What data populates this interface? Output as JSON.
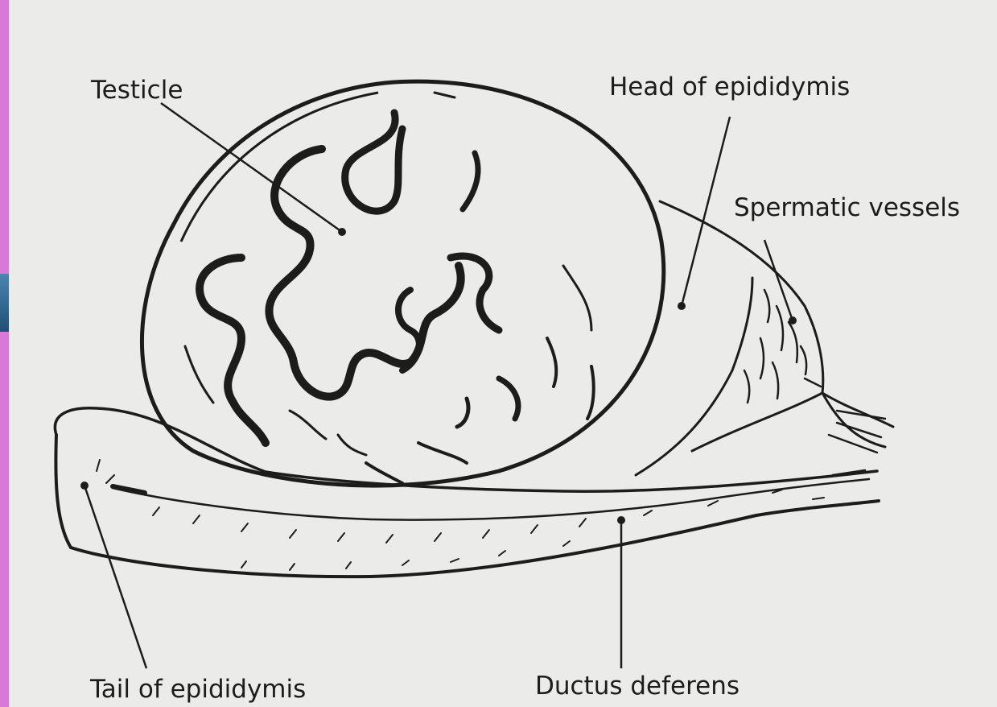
{
  "diagram": {
    "labels": {
      "testicle": "Testicle",
      "head_of_epididymis": "Head of epididymis",
      "spermatic_vessels": "Spermatic vessels",
      "tail_of_epididymis": "Tail of epididymis",
      "ductus_deferens": "Ductus deferens"
    }
  },
  "colors": {
    "ink": "#1c1c1c",
    "paper": "#ebebe9",
    "side_strip": "#d679d8"
  }
}
